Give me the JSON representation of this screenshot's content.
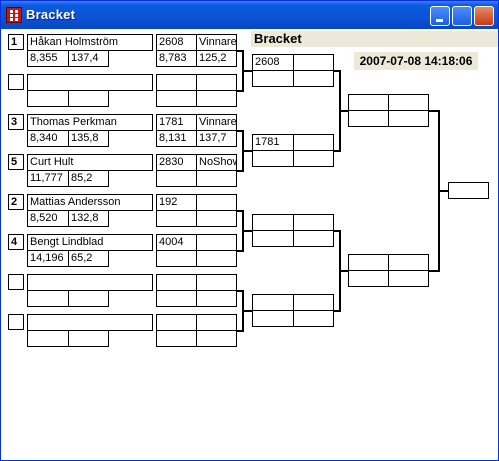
{
  "window": {
    "title": "Bracket"
  },
  "header": {
    "title": "Bracket",
    "timestamp": "2007-07-08 14:18:06"
  },
  "round1": [
    {
      "seed": "1",
      "name": "Håkan Holmström",
      "score1": "8,355",
      "score2": "137,4"
    },
    {
      "seed": "",
      "name": "",
      "score1": "",
      "score2": ""
    },
    {
      "seed": "3",
      "name": "Thomas Perkman",
      "score1": "8,340",
      "score2": "135,8"
    },
    {
      "seed": "5",
      "name": "Curt Hult",
      "score1": "11,777",
      "score2": "85,2"
    },
    {
      "seed": "2",
      "name": "Mattias Andersson",
      "score1": "8,520",
      "score2": "132,8"
    },
    {
      "seed": "4",
      "name": "Bengt Lindblad",
      "score1": "14,196",
      "score2": "65,2"
    },
    {
      "seed": "",
      "name": "",
      "score1": "",
      "score2": ""
    },
    {
      "seed": "",
      "name": "",
      "score1": "",
      "score2": ""
    }
  ],
  "round2": [
    {
      "id": "2608",
      "result": "Vinnare",
      "score1": "8,783",
      "score2": "125,2"
    },
    {
      "id": "",
      "result": "",
      "score1": "",
      "score2": ""
    },
    {
      "id": "1781",
      "result": "Vinnare",
      "score1": "8,131",
      "score2": "137,7"
    },
    {
      "id": "2830",
      "result": "NoShow",
      "score1": "",
      "score2": ""
    },
    {
      "id": "192",
      "result": "",
      "score1": "",
      "score2": ""
    },
    {
      "id": "4004",
      "result": "",
      "score1": "",
      "score2": ""
    },
    {
      "id": "",
      "result": "",
      "score1": "",
      "score2": ""
    },
    {
      "id": "",
      "result": "",
      "score1": "",
      "score2": ""
    }
  ],
  "round3": [
    {
      "top_left": "2608",
      "top_right": "",
      "bottom_left": "",
      "bottom_right": ""
    },
    {
      "top_left": "1781",
      "top_right": "",
      "bottom_left": "",
      "bottom_right": ""
    },
    {
      "top_left": "",
      "top_right": "",
      "bottom_left": "",
      "bottom_right": ""
    },
    {
      "top_left": "",
      "top_right": "",
      "bottom_left": "",
      "bottom_right": ""
    }
  ],
  "round4": [
    {
      "top_left": "",
      "top_right": "",
      "bottom_left": "",
      "bottom_right": ""
    },
    {
      "top_left": "",
      "top_right": "",
      "bottom_left": "",
      "bottom_right": ""
    }
  ],
  "final": {
    "winner": ""
  }
}
